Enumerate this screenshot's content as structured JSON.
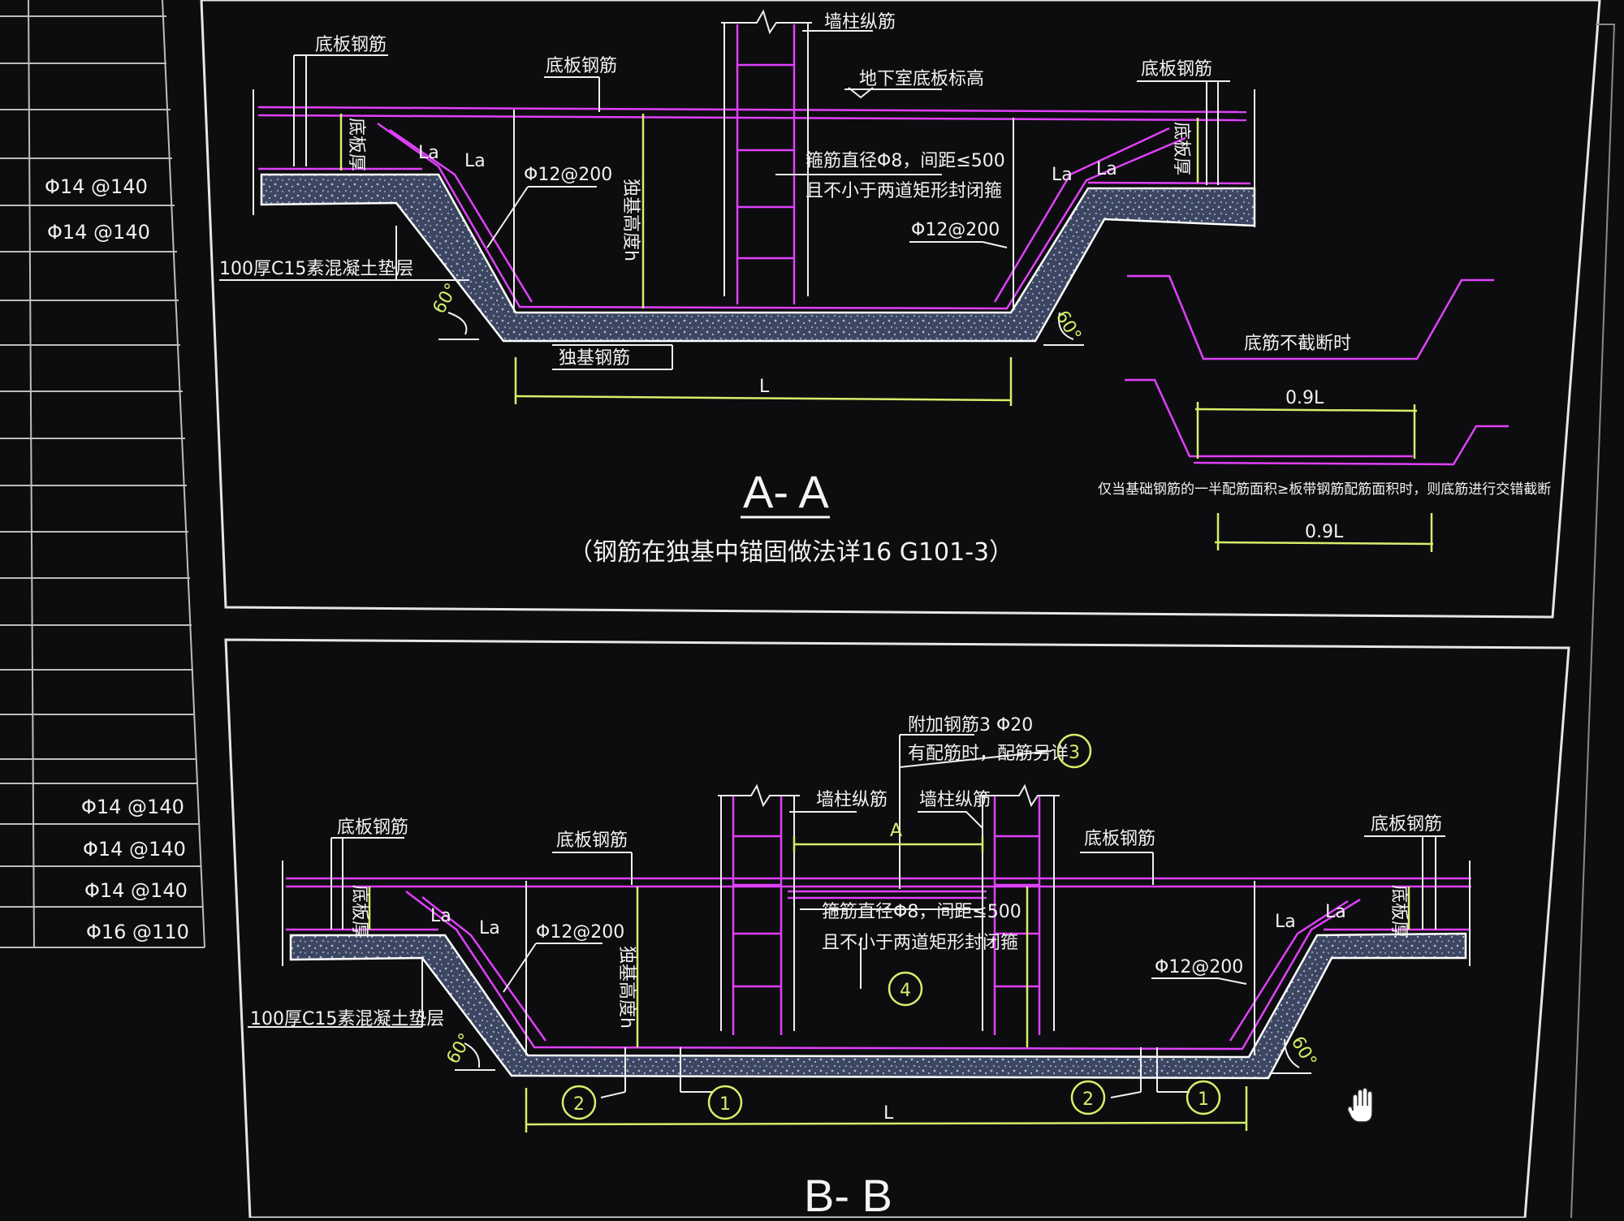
{
  "table": {
    "rows": [
      {
        "left": "",
        "right": "Φ14 @140"
      },
      {
        "left": "",
        "right": "Φ14 @140"
      },
      {
        "left": "",
        "right": "Φ14 @140"
      },
      {
        "left": "",
        "right": "Φ14 @140"
      },
      {
        "left": "",
        "right": "Φ14 @140"
      },
      {
        "left": "",
        "right": "Φ16 @110"
      }
    ]
  },
  "section_aa": {
    "labels": {
      "bottom_rebar_left": "底板钢筋",
      "bottom_rebar_mid": "底板钢筋",
      "bottom_rebar_right": "底板钢筋",
      "wall_rebar": "墙柱纵筋",
      "basement_level": "地下室底板标高",
      "slab_thick_left": "底板厚",
      "slab_thick_right": "底板厚",
      "la": "La",
      "phi12_left": "Φ12@200",
      "phi12_right": "Φ12@200",
      "foundation_h": "独基高度h",
      "stirrup_1": "箍筋直径Φ8，间距≤500",
      "stirrup_2": "且不小于两道矩形封闭箍",
      "cushion": "100厚C15素混凝土垫层",
      "base_rebar": "独基钢筋",
      "angle": "60°",
      "span": "L"
    },
    "title": "A- A",
    "subtitle": "（钢筋在独基中锚固做法详16 G101-3）",
    "detail": {
      "no_cut": "底筋不截断时",
      "len1": "0.9L",
      "len2": "0.9L",
      "note": "仅当基础钢筋的一半配筋面积≥板带钢筋配筋面积时，则底筋进行交错截断"
    }
  },
  "section_bb": {
    "labels": {
      "extra_rebar_1": "附加钢筋3 Φ20",
      "extra_rebar_2": "有配筋时，配筋另详",
      "wall_rebar_1": "墙柱纵筋",
      "wall_rebar_2": "墙柱纵筋",
      "bottom_rebar_1": "底板钢筋",
      "bottom_rebar_2": "底板钢筋",
      "bottom_rebar_3": "底板钢筋",
      "bottom_rebar_4": "底板钢筋",
      "slab_thick_left": "底板厚",
      "slab_thick_right": "底板厚",
      "la": "La",
      "phi12_left": "Φ12@200",
      "phi12_right": "Φ12@200",
      "foundation_h": "独基高度h",
      "stirrup_1": "箍筋直径Φ8，间距≤500",
      "stirrup_2": "且不小于两道矩形封闭箍",
      "cushion": "100厚C15素混凝土垫层",
      "angle": "60°",
      "span": "L",
      "a_mark": "A",
      "c1": "1",
      "c2": "2",
      "c3": "3",
      "c4": "4"
    },
    "title": "B- B"
  },
  "colors": {
    "background": "#0d0d0f",
    "frame": "#e6e6e6",
    "rebar": "#e040fb",
    "dimension": "#d4f06a",
    "text": "#f2f2f2",
    "concrete": "#5a6b8e"
  }
}
